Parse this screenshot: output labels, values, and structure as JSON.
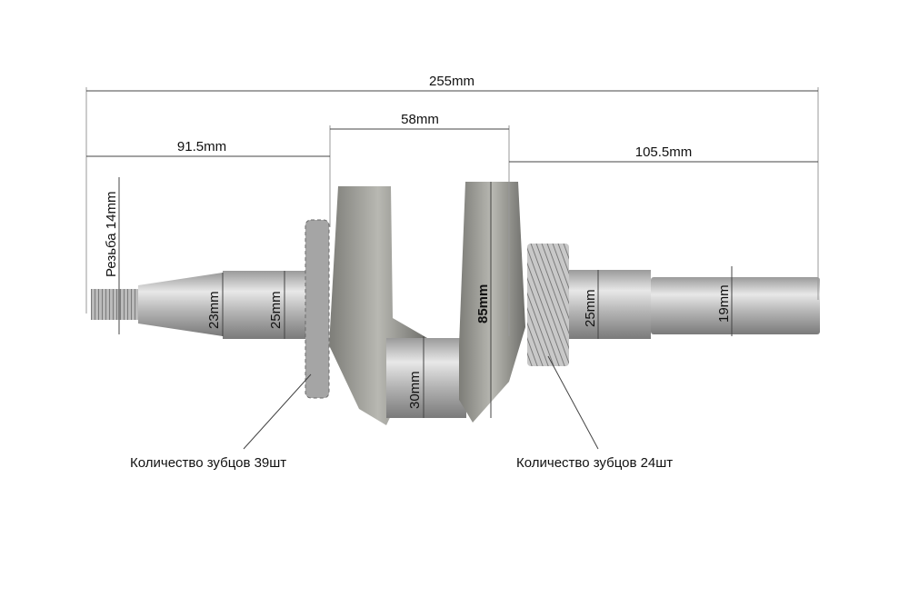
{
  "dimensions": {
    "total_length": "255mm",
    "left_section": "91.5mm",
    "web_span": "58mm",
    "right_section": "105.5mm",
    "thread": "Резьба 14mm",
    "taper_diameter": "23mm",
    "left_shaft_diameter": "25mm",
    "crankpin_diameter": "30mm",
    "web_height": "85mm",
    "right_shaft_diameter": "25mm",
    "pto_diameter": "19mm"
  },
  "callouts": {
    "left_gear": "Количество зубцов 39шт",
    "right_gear": "Количество зубцов 24шт"
  },
  "colors": {
    "metal": "#b9b9b9",
    "cast": "#8a8a86",
    "line": "#444444"
  }
}
